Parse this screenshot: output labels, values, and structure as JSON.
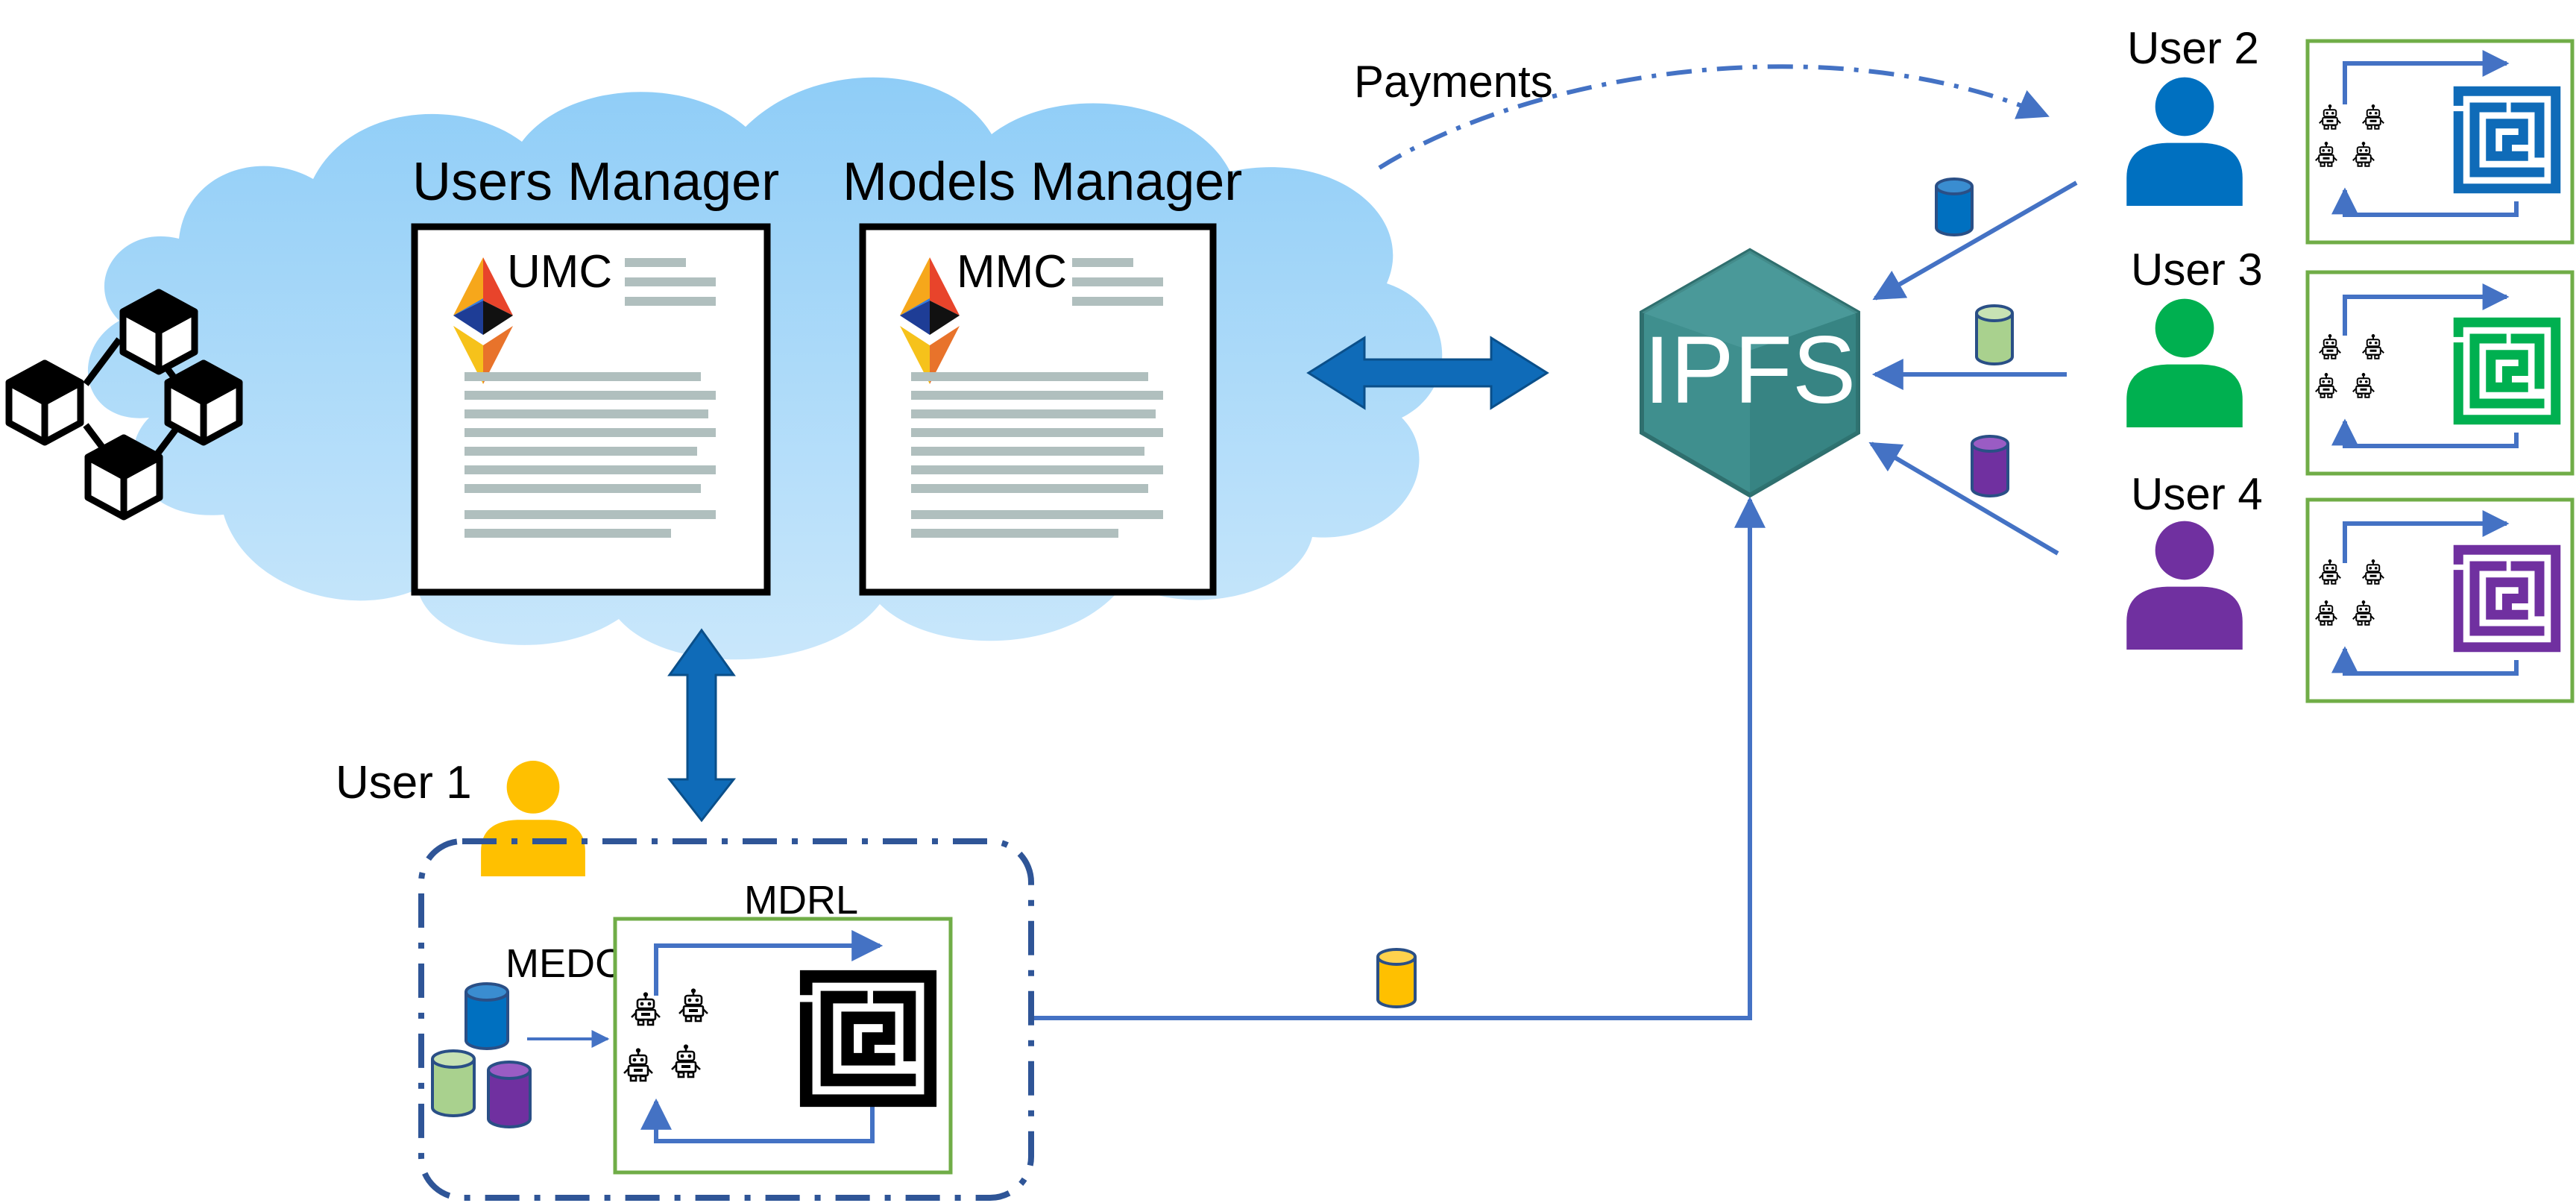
{
  "labels": {
    "users_manager": "Users Manager",
    "models_manager": "Models Manager",
    "umc": "UMC",
    "mmc": "MMC",
    "payments": "Payments",
    "ipfs": "IPFS",
    "user1": "User 1",
    "user2": "User 2",
    "user3": "User 3",
    "user4": "User 4",
    "mdrl": "MDRL",
    "medc": "MEDC"
  },
  "colors": {
    "cloud": "#b8def9",
    "arrow_blue": "#0f6bb8",
    "line_blue": "#4472c4",
    "ipfs": "#3f8f8e",
    "green_border": "#70ad47",
    "user1": "#ffc000",
    "user2": "#0070c0",
    "user3": "#00b050",
    "user4": "#7030a0",
    "cyl_blue": "#0070c0",
    "cyl_green": "#a9d18e",
    "cyl_purple": "#7030a0",
    "cyl_yellow": "#ffc000"
  },
  "icons": [
    "blockchain-icon",
    "ethereum-icon",
    "user-icon",
    "robot-icon",
    "maze-icon",
    "database-cylinder-icon",
    "ipfs-hexagon-icon"
  ]
}
